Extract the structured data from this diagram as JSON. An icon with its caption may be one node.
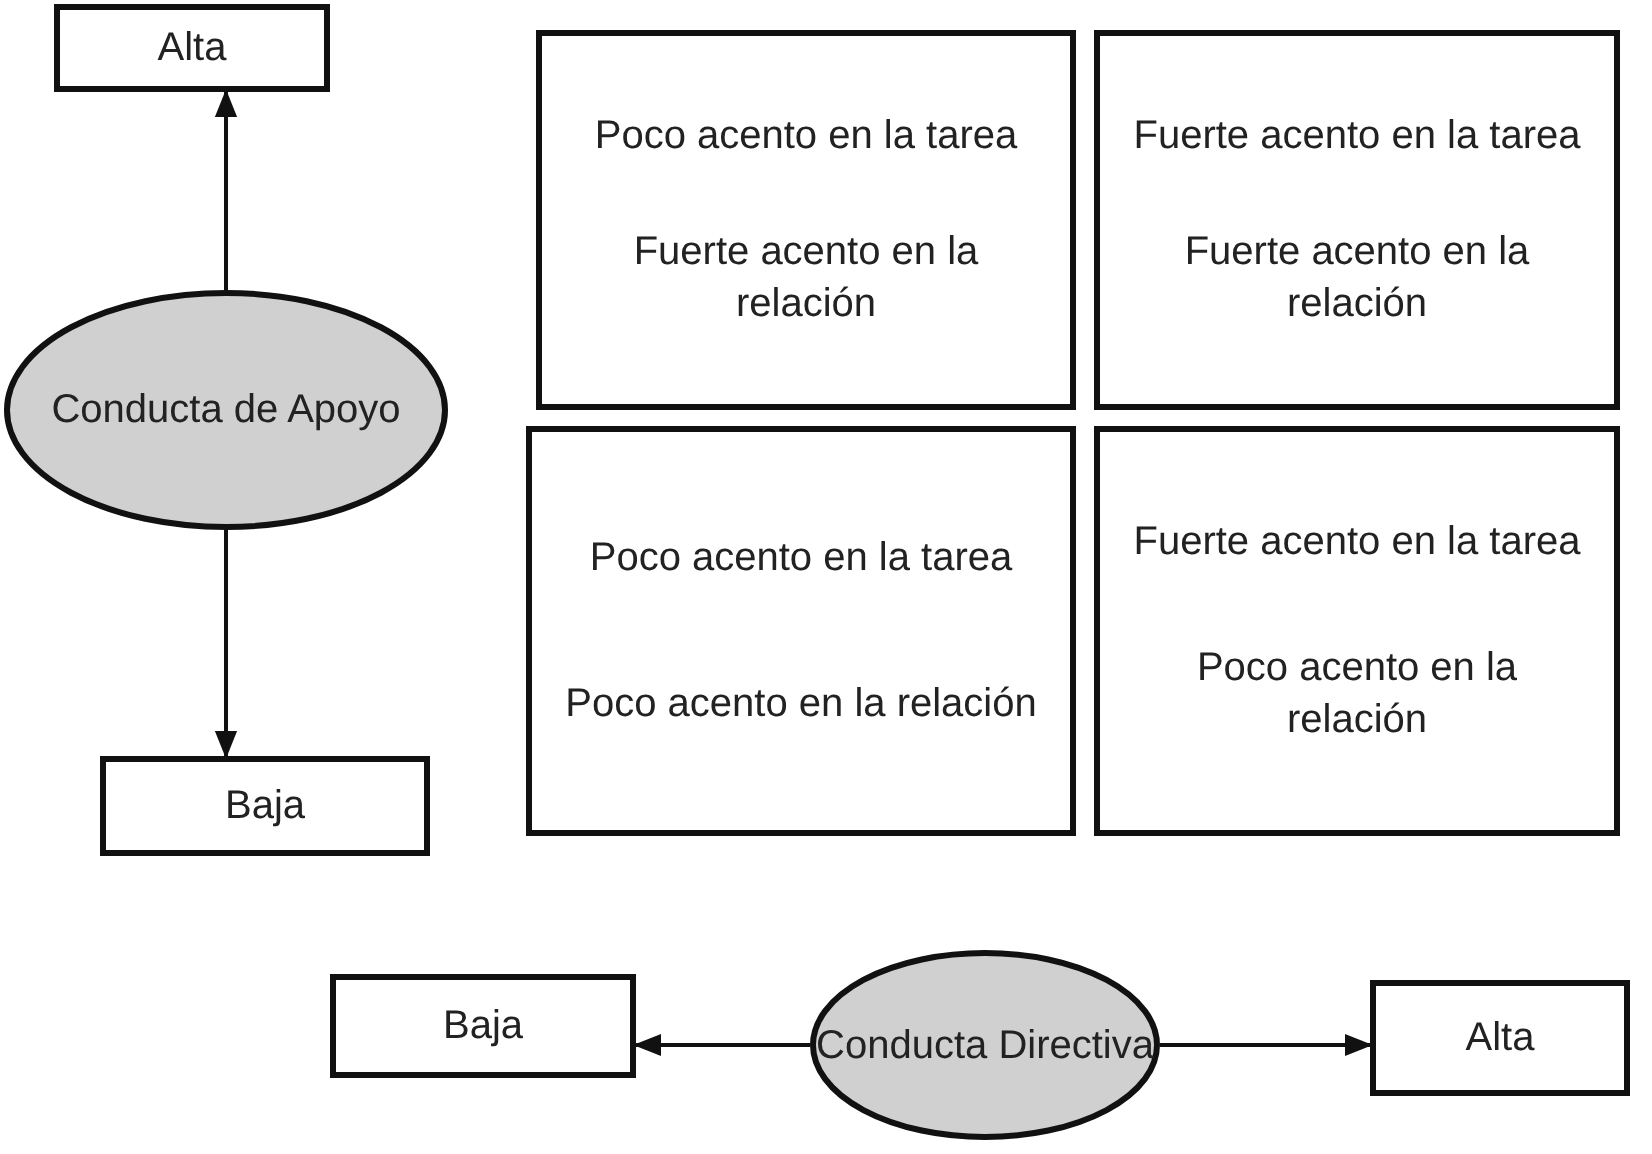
{
  "diagram": {
    "nodes": [
      {
        "text": [
          "Alta"
        ]
      },
      {
        "text": [
          "Conducta de Apoyo"
        ]
      },
      {
        "text": [
          "Baja"
        ]
      },
      {
        "text": [
          "Poco acento en la tarea",
          "Fuerte acento en la relación"
        ]
      },
      {
        "text": [
          "Fuerte acento en la tarea",
          "Fuerte acento en la relación"
        ]
      },
      {
        "text": [
          "Poco acento en la tarea",
          "Poco acento en la relación"
        ]
      },
      {
        "text": [
          "Fuerte acento en la tarea",
          "Poco acento en la relación"
        ]
      },
      {
        "text": [
          "Baja"
        ]
      },
      {
        "text": [
          "Conducta Directiva"
        ]
      },
      {
        "text": [
          "Alta"
        ]
      }
    ],
    "edges": [
      {
        "from": 1,
        "to": 0,
        "arrow": "to"
      },
      {
        "from": 1,
        "to": 2,
        "arrow": "to"
      },
      {
        "from": 8,
        "to": 7,
        "arrow": "to"
      },
      {
        "from": 8,
        "to": 9,
        "arrow": "to"
      }
    ]
  }
}
